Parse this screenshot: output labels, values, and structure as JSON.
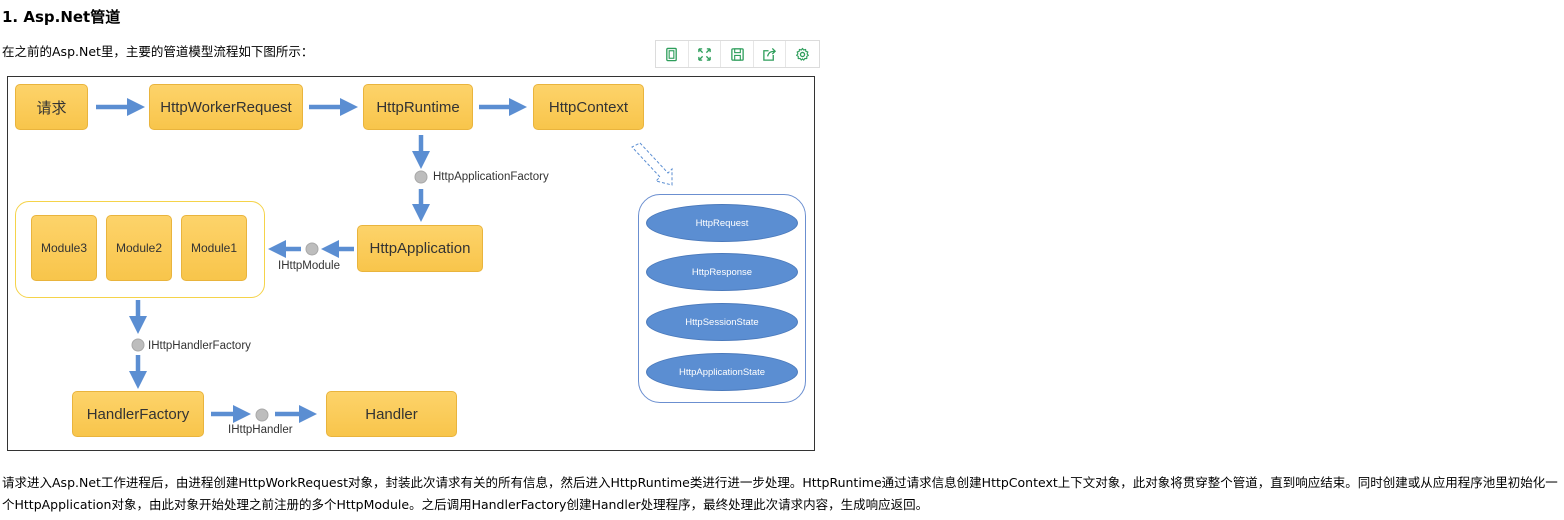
{
  "heading": "1. Asp.Net管道",
  "intro": "在之前的Asp.Net里，主要的管道模型流程如下图所示：",
  "toolbar": {
    "icons": [
      "fit-page-icon",
      "fullscreen-icon",
      "save-icon",
      "share-icon",
      "settings-icon"
    ]
  },
  "diagram": {
    "flow": [
      "请求",
      "HttpWorkerRequest",
      "HttpRuntime",
      "HttpContext"
    ],
    "app_factory": "HttpApplicationFactory",
    "application": "HttpApplication",
    "modules": [
      "Module3",
      "Module2",
      "Module1"
    ],
    "module_iface": "IHttpModule",
    "handler_factory_iface": "IHttpHandlerFactory",
    "handler_factory": "HandlerFactory",
    "handler_iface": "IHttpHandler",
    "handler": "Handler",
    "context_items": [
      "HttpRequest",
      "HttpResponse",
      "HttpSessionState",
      "HttpApplicationState"
    ],
    "colors": {
      "box": "#f8c54b",
      "arrow": "#5b8ed2",
      "ellipse": "#5b8ed2",
      "connector": "#bdbdbd"
    }
  },
  "paragraph": "请求进入Asp.Net工作进程后，由进程创建HttpWorkRequest对象，封装此次请求有关的所有信息，然后进入HttpRuntime类进行进一步处理。HttpRuntime通过请求信息创建HttpContext上下文对象，此对象将贯穿整个管道，直到响应结束。同时创建或从应用程序池里初始化一个HttpApplication对象，由此对象开始处理之前注册的多个HttpModule。之后调用HandlerFactory创建Handler处理程序，最终处理此次请求内容，生成响应返回。"
}
